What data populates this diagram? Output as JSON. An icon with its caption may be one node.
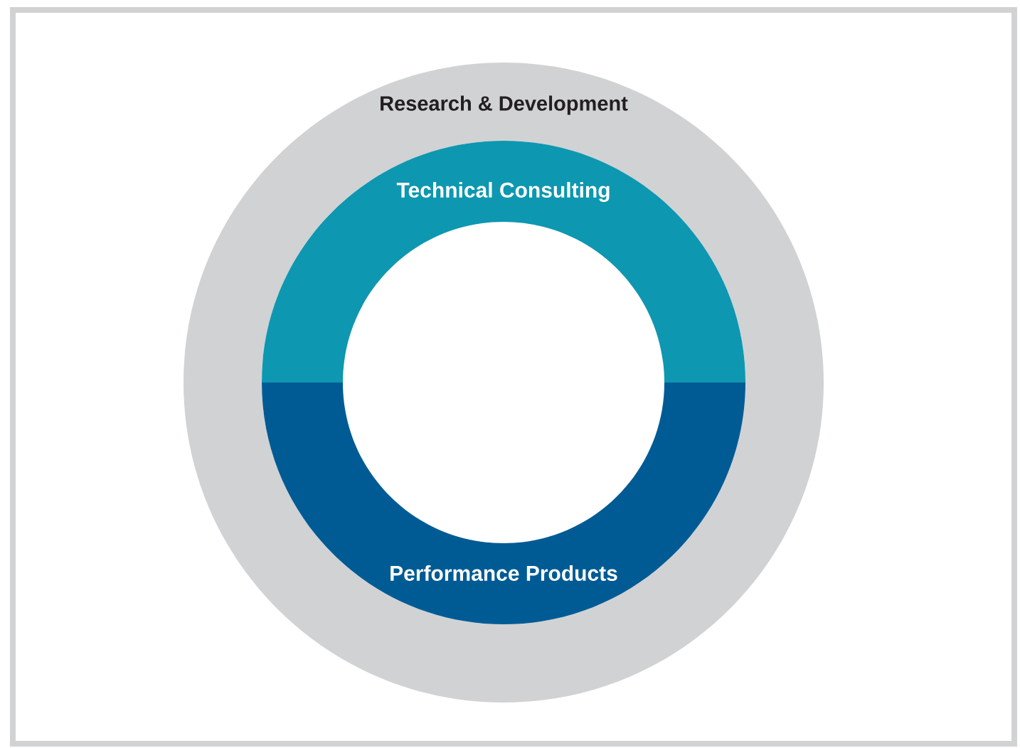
{
  "diagram": {
    "nodes": [
      {
        "text": [
          "Research & Development"
        ]
      },
      {
        "text": [
          "Technical Consulting"
        ],
        "in": 0
      },
      {
        "text": [
          "Performance Products"
        ],
        "in": 0
      }
    ]
  }
}
